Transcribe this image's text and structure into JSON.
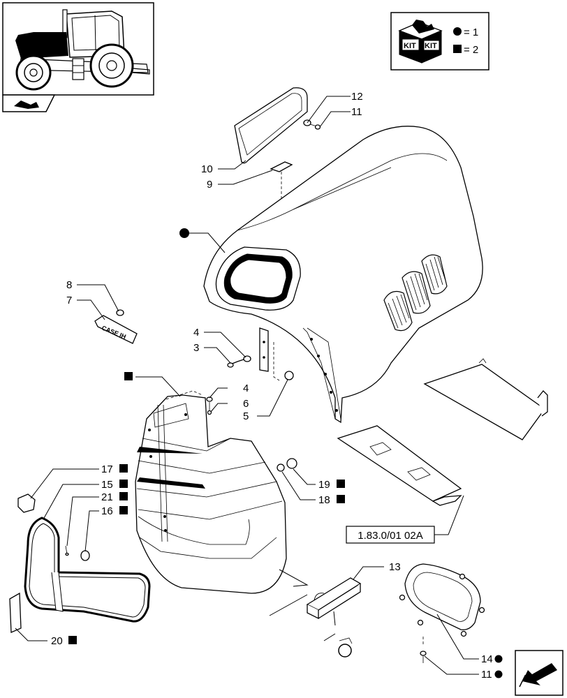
{
  "kit_box": {
    "kit_text_1": "KIT",
    "kit_text_2": "KIT",
    "legend": [
      {
        "symbol": "circle",
        "text": "= 1"
      },
      {
        "symbol": "square",
        "text": "= 2"
      }
    ]
  },
  "reference_box": "1.83.0/01 02A",
  "callouts": [
    {
      "id": "c12",
      "text": "12"
    },
    {
      "id": "c11a",
      "text": "11"
    },
    {
      "id": "c10",
      "text": "10"
    },
    {
      "id": "c9",
      "text": "9"
    },
    {
      "id": "c8",
      "text": "8"
    },
    {
      "id": "c7",
      "text": "7"
    },
    {
      "id": "c4a",
      "text": "4"
    },
    {
      "id": "c3",
      "text": "3"
    },
    {
      "id": "c4b",
      "text": "4"
    },
    {
      "id": "c6",
      "text": "6"
    },
    {
      "id": "c5",
      "text": "5"
    },
    {
      "id": "c17",
      "text": "17"
    },
    {
      "id": "c15",
      "text": "15"
    },
    {
      "id": "c21",
      "text": "21"
    },
    {
      "id": "c16",
      "text": "16"
    },
    {
      "id": "c19",
      "text": "19"
    },
    {
      "id": "c18",
      "text": "18"
    },
    {
      "id": "c13",
      "text": "13"
    },
    {
      "id": "c20",
      "text": "20"
    },
    {
      "id": "c14",
      "text": "14"
    },
    {
      "id": "c11b",
      "text": "11"
    }
  ],
  "logo_text": "CASE IH",
  "icons": {
    "tractor": "tractor-thumbnail-icon",
    "kit": "kit-box-icon",
    "nav_corner": "tractor-nav-icon",
    "next_page": "next-page-arrow-icon"
  }
}
